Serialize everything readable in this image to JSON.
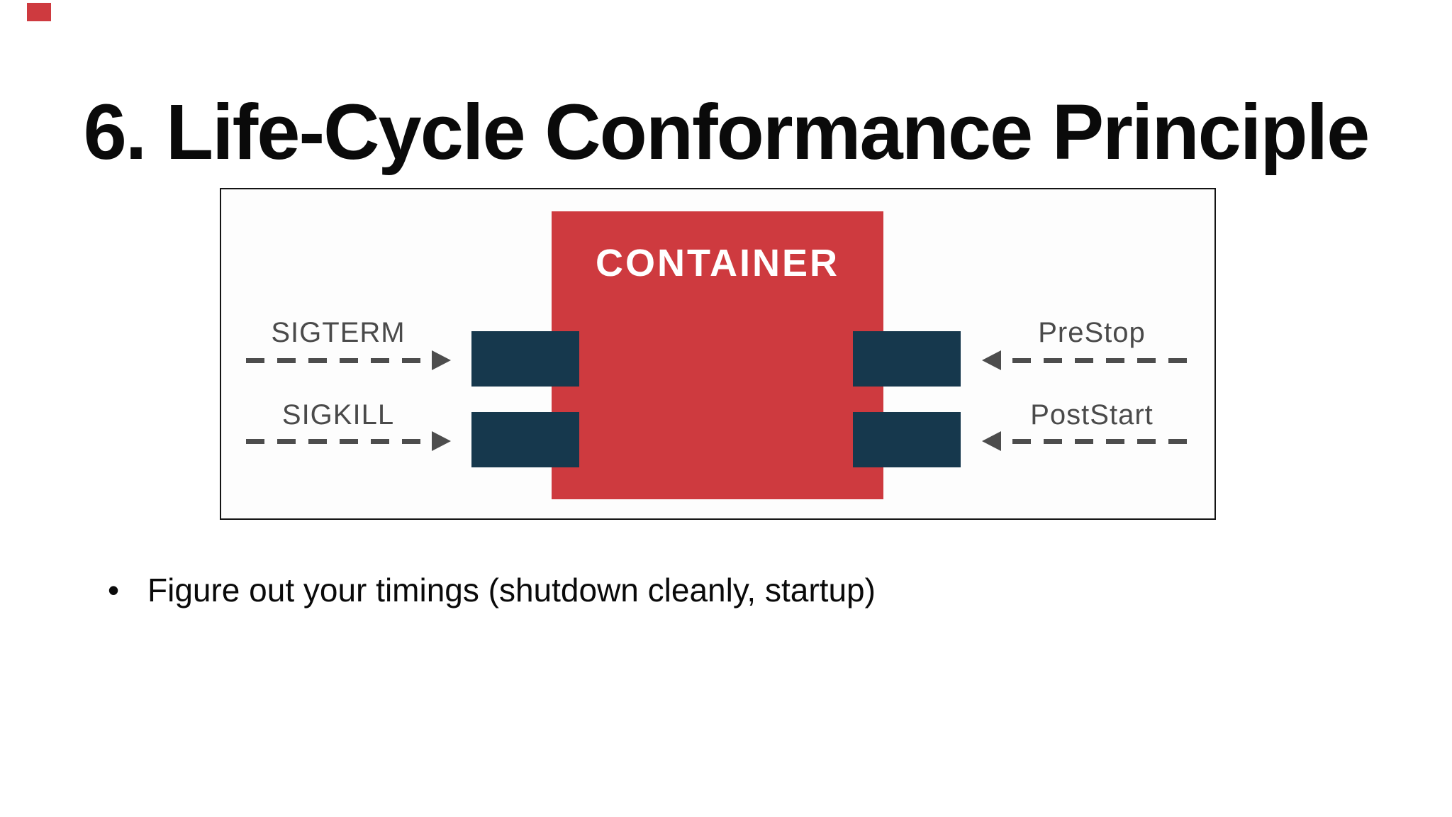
{
  "slide": {
    "title": "6. Life-Cycle Conformance Principle",
    "bullet_glyph": "•",
    "bullet": "Figure out your timings (shutdown cleanly, startup)"
  },
  "diagram": {
    "container_label": "CONTAINER",
    "left_signals": [
      {
        "label": "SIGTERM"
      },
      {
        "label": "SIGKILL"
      }
    ],
    "right_hooks": [
      {
        "label": "PreStop"
      },
      {
        "label": "PostStart"
      }
    ],
    "colors": {
      "container_red": "#CE3A3F",
      "port_navy": "#16384D",
      "label_gray": "#4A4A4A",
      "arrow_gray": "#4D4D4D",
      "frame_border": "#141414",
      "title_black": "#0A0A0A"
    }
  }
}
